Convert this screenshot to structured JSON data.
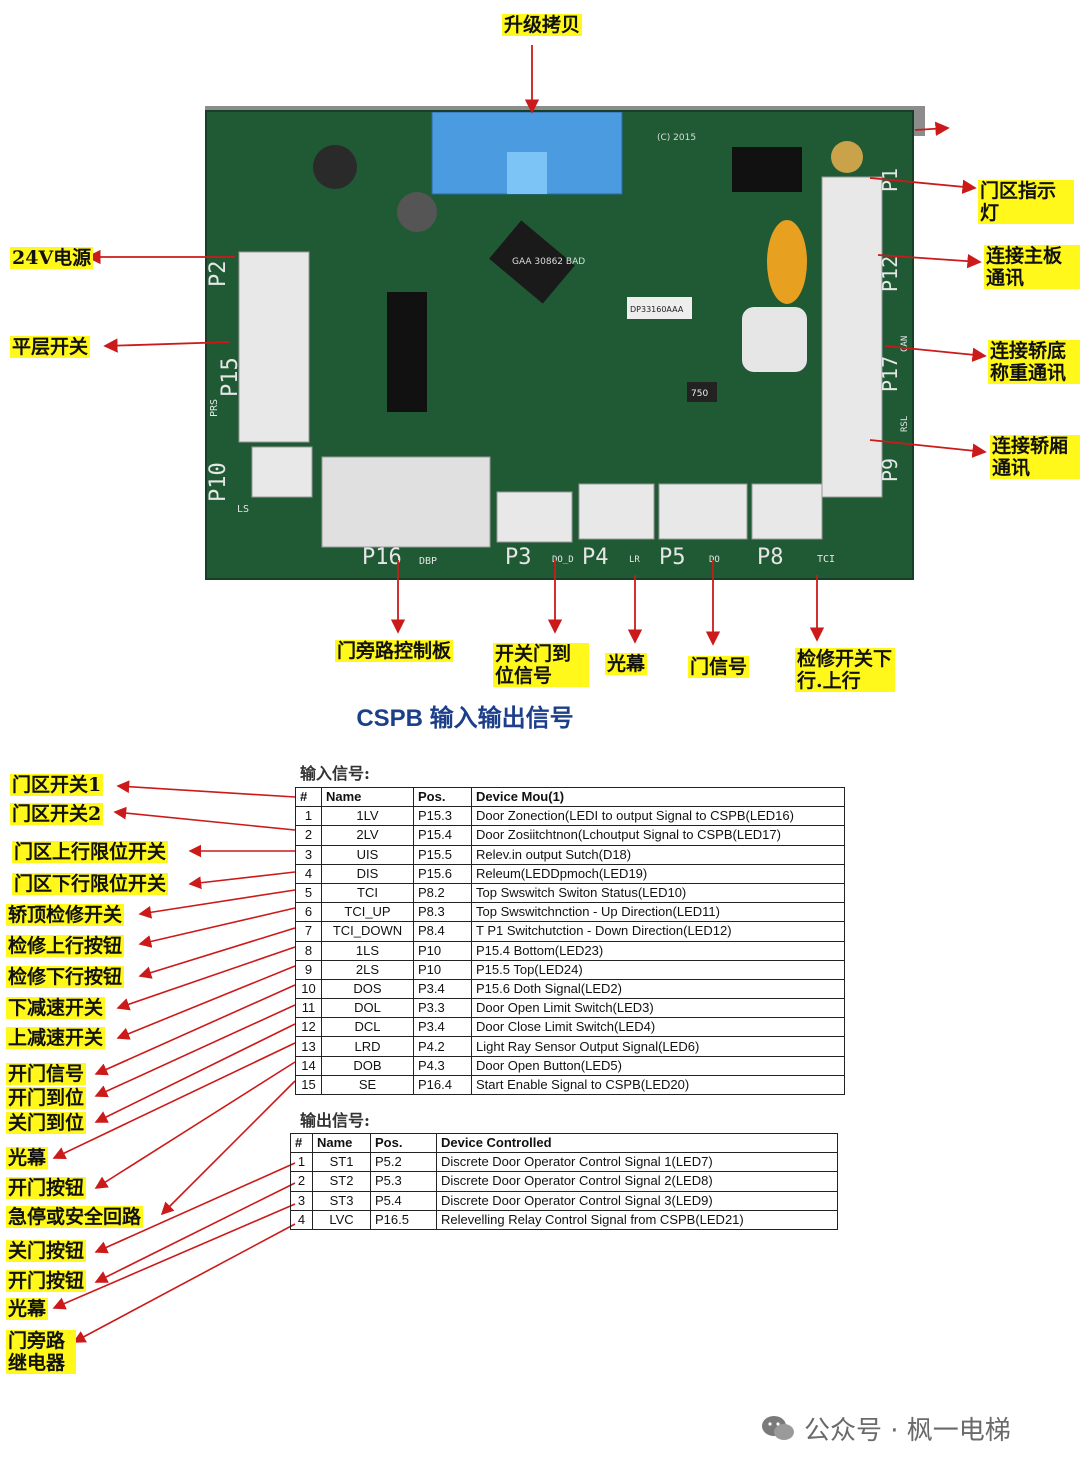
{
  "board_labels": {
    "top": "升级拷贝",
    "left": [
      "24V电源",
      "平层开关"
    ],
    "right": [
      "门区指示灯",
      "连接主板通讯",
      "连接轿底称重通讯",
      "连接轿厢通讯"
    ],
    "bottom": [
      "门旁路控制板",
      "开关门到位信号",
      "光幕",
      "门信号",
      "检修开关下行.上行"
    ]
  },
  "board_silkscreen": {
    "chip_text": "GAA 30862 BAD",
    "part_label": "DP33160AAA",
    "p2": "P2",
    "p15": "P15",
    "p10": "P10",
    "p16": "P16",
    "p3": "P3",
    "p4": "P4",
    "p5": "P5",
    "p8": "P8",
    "p1": "P1",
    "p12": "P12",
    "p17": "P17",
    "p9": "P9",
    "prs": "PRS",
    "ls": "LS",
    "dbp": "DBP",
    "lr": "LR",
    "tci": "TCI",
    "can": "CAN",
    "rsl": "RSL",
    "do": "DO",
    "dod": "DO_D",
    "resistor": "750",
    "copyright": "(C) 2015"
  },
  "title": "CSPB 输入输出信号",
  "input_section": "输入信号:",
  "output_section": "输出信号:",
  "input_table": {
    "headers": [
      "#",
      "Name",
      "Pos.",
      "Device Mou(1)"
    ],
    "rows": [
      [
        "1",
        "1LV",
        "P15.3",
        "Door Zonection(LEDI to output Signal to CSPB(LED16)"
      ],
      [
        "2",
        "2LV",
        "P15.4",
        "Door Zosiitchtnon(Lchoutput Signal to CSPB(LED17)"
      ],
      [
        "3",
        "UIS",
        "P15.5",
        "Relev.in output Sutch(D18)"
      ],
      [
        "4",
        "DIS",
        "P15.6",
        "Releum(LEDDpmoch(LED19)"
      ],
      [
        "5",
        "TCI",
        "P8.2",
        "Top Swswitch Switon Status(LED10)"
      ],
      [
        "6",
        "TCI_UP",
        "P8.3",
        "Top Swswitchnction - Up Direction(LED11)"
      ],
      [
        "7",
        "TCI_DOWN",
        "P8.4",
        "T P1 Switchutction - Down Direction(LED12)"
      ],
      [
        "8",
        "1LS",
        "P10",
        "P15.4 Bottom(LED23)"
      ],
      [
        "9",
        "2LS",
        "P10",
        "P15.5 Top(LED24)"
      ],
      [
        "10",
        "DOS",
        "P3.4",
        "P15.6 Doth Signal(LED2)"
      ],
      [
        "11",
        "DOL",
        "P3.3",
        "Door Open Limit Switch(LED3)"
      ],
      [
        "12",
        "DCL",
        "P3.4",
        "Door Close Limit Switch(LED4)"
      ],
      [
        "13",
        "LRD",
        "P4.2",
        "Light Ray Sensor Output Signal(LED6)"
      ],
      [
        "14",
        "DOB",
        "P4.3",
        "Door Open Button(LED5)"
      ],
      [
        "15",
        "SE",
        "P16.4",
        "Start Enable Signal to CSPB(LED20)"
      ]
    ]
  },
  "output_table": {
    "headers": [
      "#",
      "Name",
      "Pos.",
      "Device Controlled"
    ],
    "rows": [
      [
        "1",
        "ST1",
        "P5.2",
        "Discrete Door Operator Control Signal 1(LED7)"
      ],
      [
        "2",
        "ST2",
        "P5.3",
        "Discrete Door Operator Control Signal 2(LED8)"
      ],
      [
        "3",
        "ST3",
        "P5.4",
        "Discrete Door Operator Control Signal 3(LED9)"
      ],
      [
        "4",
        "LVC",
        "P16.5",
        "Relevelling Relay Control Signal from CSPB(LED21)"
      ]
    ]
  },
  "side_labels": [
    "门区开关1",
    "门区开关2",
    "门区上行限位开关",
    "门区下行限位开关",
    "轿顶检修开关",
    "检修上行按钮",
    "检修下行按钮",
    "下减速开关",
    "上减速开关",
    "开门信号",
    "开门到位",
    "关门到位",
    "光幕",
    "开门按钮",
    "急停或安全回路",
    "关门按钮",
    "开门按钮",
    "光幕",
    "门旁路继电器"
  ],
  "footer": "公众号 · 枫一电梯",
  "colors": {
    "label_bg": "#fff81a",
    "arrow": "#cc1a1a",
    "board": "#1f5a35",
    "title": "#1c3f8a"
  }
}
